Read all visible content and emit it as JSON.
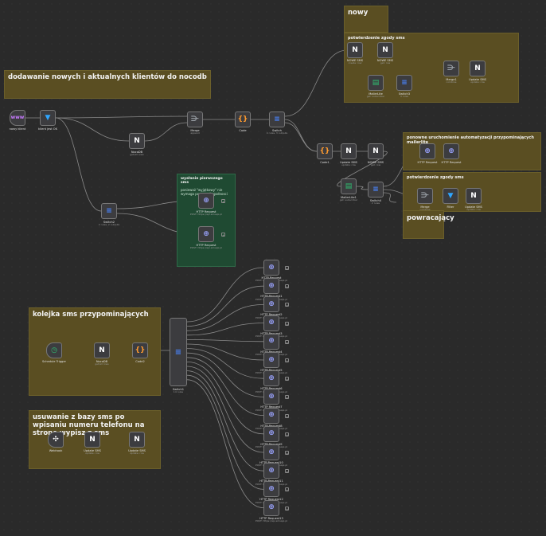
{
  "stickies": {
    "nowy": "nowy",
    "potwierdzenie1": "potwierdzenie zgody sms",
    "dodawanie": "dodawanie nowych i aktualnych klientów do nocodb",
    "ponowne": "ponowne uruchomienie automatyzacji przypominających mailerlite",
    "potwierdzenie2": "potwierdzenie zgody sms",
    "powracajacy": "powracający",
    "wyslanie": "wysłanie pierwszego sms",
    "wyslanie_sub": "ponieważ \"wyjątkowy\" nie wymaga ponownej zgodnosci",
    "kolejka": "kolejka sms przypominających",
    "usuwanie": "usuwanie z bazy sms po wpisaniu numeru telefonu na stronę wypisz z sms"
  },
  "nodes": {
    "nowy_klient": {
      "name": "nowy klient",
      "sub": ""
    },
    "klient_jest_ok": {
      "name": "klient jest OK",
      "sub": ""
    },
    "nocodb": {
      "name": "NocoDB",
      "sub": "get/all rows"
    },
    "merge": {
      "name": "Merge",
      "sub": "append"
    },
    "code": {
      "name": "Code",
      "sub": ""
    },
    "switch": {
      "name": "Switch",
      "sub": "4 rules, 3 outputs"
    },
    "switch2": {
      "name": "Switch2",
      "sub": "2 rules, 2 outputs"
    },
    "http_req_a": {
      "name": "HTTP Request",
      "sub": "POST: https://api.smsapi.pl"
    },
    "http_req_b": {
      "name": "HTTP Request",
      "sub": "POST: https://api.smsapi.pl"
    },
    "nowy_sms1": {
      "name": "NOWE SMS",
      "sub": "create: row"
    },
    "nowy_sms2": {
      "name": "NOWE SMS",
      "sub": "get: row"
    },
    "merge1": {
      "name": "Merge1",
      "sub": "combine"
    },
    "update_sms1": {
      "name": "Update SMS",
      "sub": "update: row"
    },
    "mailerlite": {
      "name": "MailerLite",
      "sub": "get: subscriber"
    },
    "switch3": {
      "name": "Switch3",
      "sub": "3 rules"
    },
    "code1": {
      "name": "Code1",
      "sub": ""
    },
    "update_sms2": {
      "name": "Update SMS",
      "sub": "update: row"
    },
    "nowe_sms3": {
      "name": "NOWE SMS",
      "sub": "get: row"
    },
    "mailerlite1": {
      "name": "MailerLite1",
      "sub": "get: subscriber"
    },
    "switch4": {
      "name": "Switch4",
      "sub": "2 rules"
    },
    "http_p1": {
      "name": "HTTP Request",
      "sub": ""
    },
    "http_p2": {
      "name": "HTTP Request",
      "sub": ""
    },
    "merge2": {
      "name": "Merge",
      "sub": "combine"
    },
    "filter": {
      "name": "Filter",
      "sub": ""
    },
    "update_sms3": {
      "name": "Update SMS",
      "sub": "update: row"
    },
    "schedule": {
      "name": "Schedule Trigger",
      "sub": ""
    },
    "nocodb1": {
      "name": "NocoDB",
      "sub": "get/all rows"
    },
    "code2": {
      "name": "Code2",
      "sub": ""
    },
    "switch1": {
      "name": "Switch1",
      "sub": "14 rules"
    },
    "webhook": {
      "name": "Webhook",
      "sub": ""
    },
    "update_sms4": {
      "name": "Update SMS",
      "sub": "update: row"
    },
    "update_sms5": {
      "name": "Update SMS",
      "sub": "update: row"
    }
  },
  "http_queue": [
    {
      "name": "HTTP Request",
      "sub": "POST: https://api.smsapi.pl"
    },
    {
      "name": "HTTP Request1",
      "sub": "POST: https://api.smsapi.pl"
    },
    {
      "name": "HTTP Request2",
      "sub": "POST: https://api.smsapi.pl"
    },
    {
      "name": "HTTP Request3",
      "sub": "POST: https://api.smsapi.pl"
    },
    {
      "name": "HTTP Request4",
      "sub": "POST: https://api.smsapi.pl"
    },
    {
      "name": "HTTP Request5",
      "sub": "POST: https://api.smsapi.pl"
    },
    {
      "name": "HTTP Request6",
      "sub": "POST: https://api.smsapi.pl"
    },
    {
      "name": "HTTP Request7",
      "sub": "POST: https://api.smsapi.pl"
    },
    {
      "name": "HTTP Request8",
      "sub": "POST: https://api.smsapi.pl"
    },
    {
      "name": "HTTP Request9",
      "sub": "POST: https://api.smsapi.pl"
    },
    {
      "name": "HTTP Request10",
      "sub": "POST: https://api.smsapi.pl"
    },
    {
      "name": "HTTP Request11",
      "sub": "POST: https://api.smsapi.pl"
    },
    {
      "name": "HTTP Request12",
      "sub": "POST: https://api.smsapi.pl"
    },
    {
      "name": "HTTP Request13",
      "sub": "POST: https://api.smsapi.pl"
    }
  ],
  "colors": {
    "canvas": "#2a2a2a",
    "sticky_yellow": "#5a4e22",
    "sticky_green": "#1f4a32",
    "nocodb": "#5b6bff",
    "filter": "#2fa6ff",
    "switch": "#4a86ff",
    "code": "#ff9b2f",
    "http": "#7f8cff",
    "webhook_icon": "#ffffff",
    "schedule": "#2fbf71",
    "trigger_bolt": "#ff6b3d"
  }
}
